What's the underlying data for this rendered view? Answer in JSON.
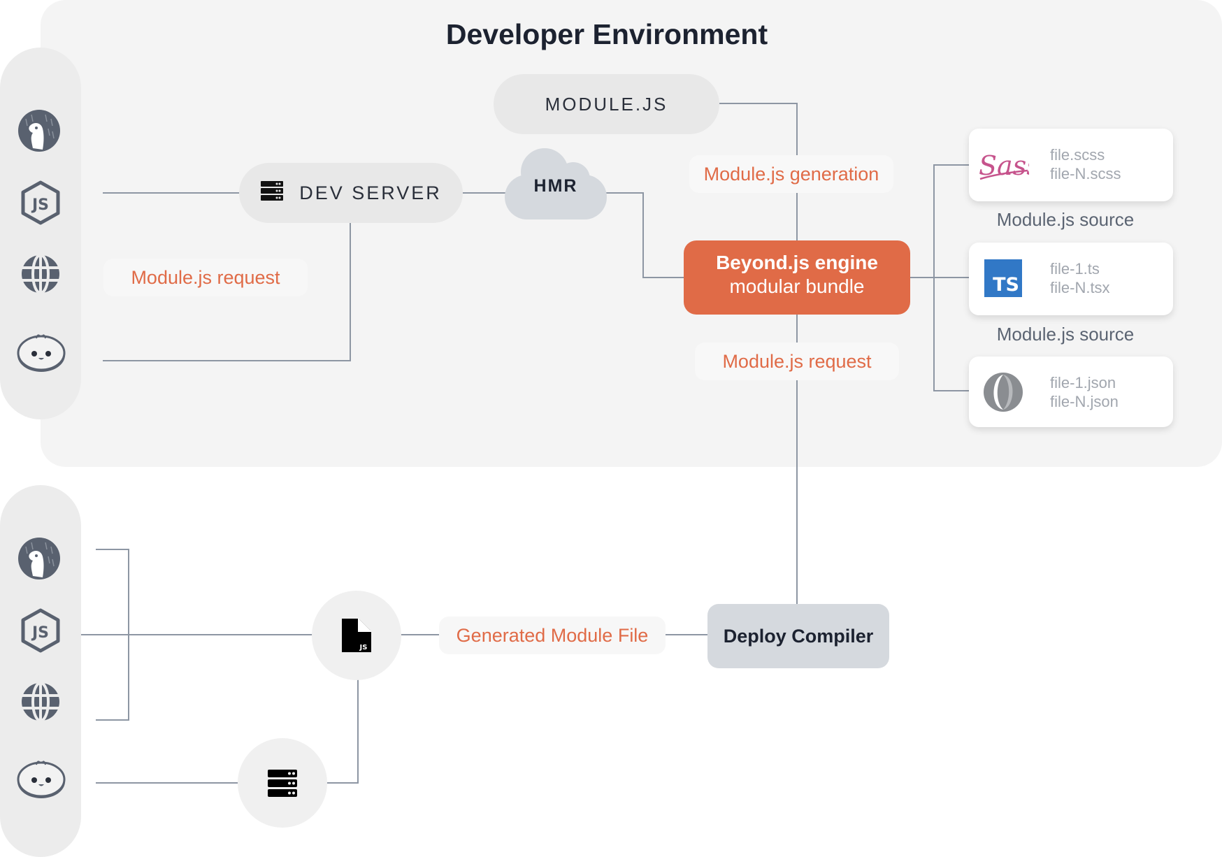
{
  "title": "Developer Environment",
  "module_pill": "MODULE.JS",
  "dev_server": {
    "label": "DEV SERVER",
    "icon": "server-icon"
  },
  "hmr": {
    "label": "HMR"
  },
  "labels": {
    "request_left": "Module.js request",
    "generation": "Module.js generation",
    "request_center": "Module.js request",
    "generated_file": "Generated Module File"
  },
  "engine": {
    "line1": "Beyond.js engine",
    "line2": "modular bundle"
  },
  "sources": [
    {
      "icon": "sass-icon",
      "files": [
        "file.scss",
        "file-N.scss"
      ]
    },
    {
      "icon": "typescript-icon",
      "files": [
        "file-1.ts",
        "file-N.tsx"
      ]
    },
    {
      "icon": "json-icon",
      "files": [
        "file-1.json",
        "file-N.json"
      ]
    }
  ],
  "source_captions": [
    "Module.js source",
    "Module.js source"
  ],
  "runtimes": [
    "deno-icon",
    "nodejs-icon",
    "web-icon",
    "bun-icon"
  ],
  "ts_badge": "TS",
  "deploy_compiler": "Deploy Compiler",
  "js_file_badge": "JS",
  "colors": {
    "accent": "#e06b47",
    "line": "#8d96a3",
    "runtime_icon": "#59616f"
  }
}
